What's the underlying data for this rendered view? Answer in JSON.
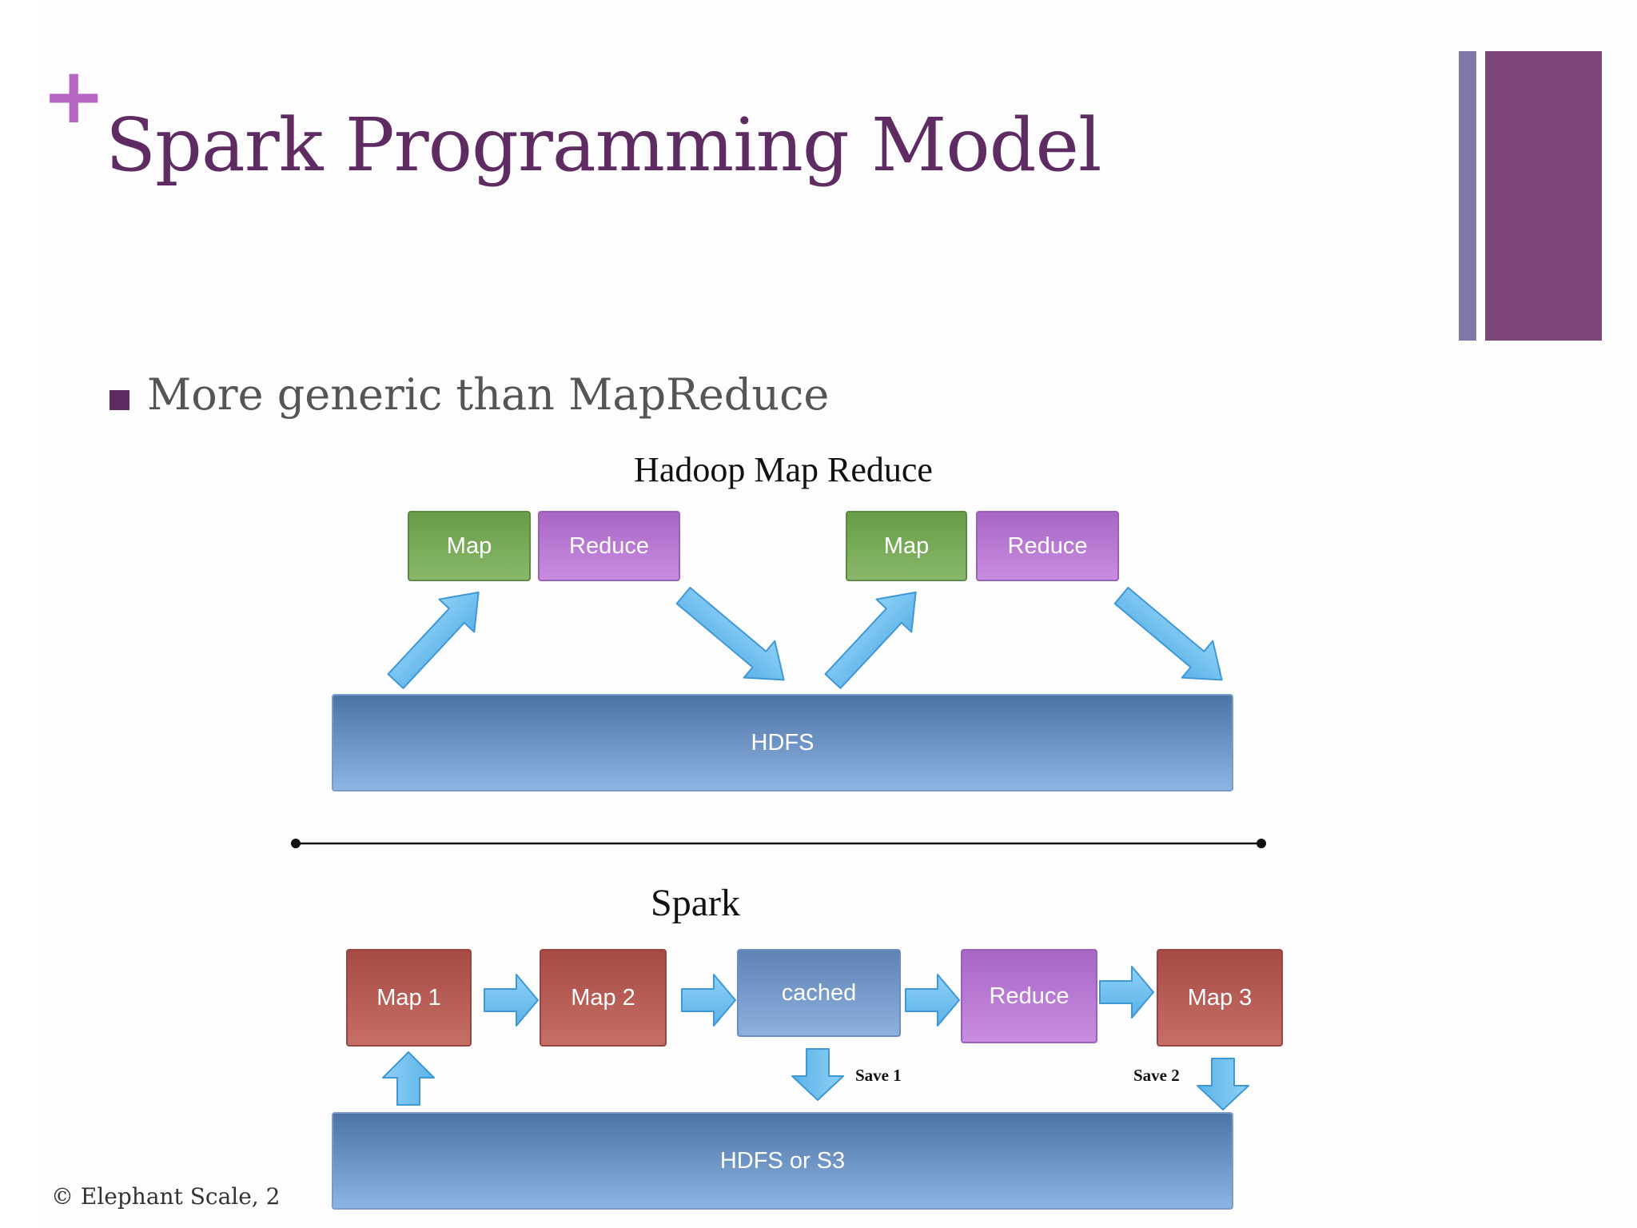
{
  "slide": {
    "title": "Spark Programming Model",
    "bullet": "More generic than MapReduce",
    "footer": "© Elephant Scale, 2",
    "colors": {
      "title": "#5f2b63",
      "plus": "#b565c2",
      "accent_thin": "#7e78aa",
      "accent_wide": "#7c4578"
    }
  },
  "hadoop": {
    "heading": "Hadoop Map Reduce",
    "steps": [
      "Map",
      "Reduce",
      "Map",
      "Reduce"
    ],
    "storage": "HDFS"
  },
  "spark": {
    "heading": "Spark",
    "steps": [
      "Map 1",
      "Map 2",
      "cached",
      "Reduce",
      "Map 3"
    ],
    "save_labels": [
      "Save 1",
      "Save 2"
    ],
    "storage": "HDFS or S3"
  },
  "icons": {
    "plus": "plus-icon",
    "arrow": "arrow-icon",
    "bullet": "square-bullet-icon"
  }
}
